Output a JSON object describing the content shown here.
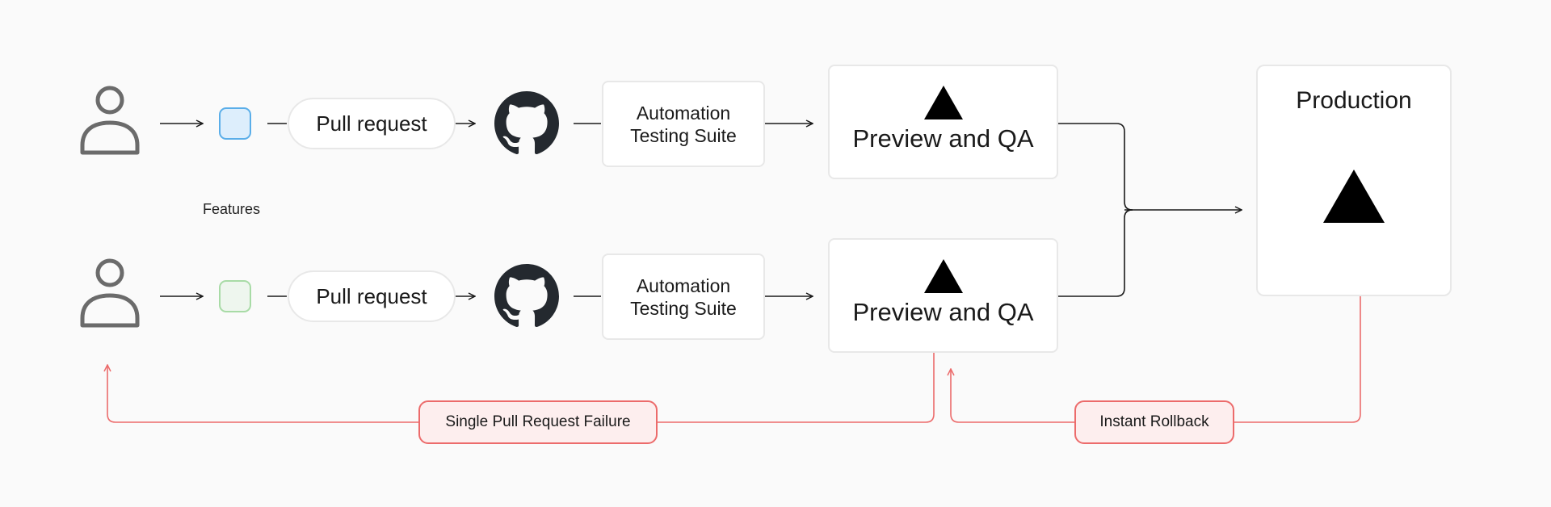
{
  "diagram": {
    "features_label": "Features",
    "rows": [
      {
        "pull_request_label": "Pull request",
        "automation_label": "Automation\nTesting Suite",
        "preview_label": "Preview and QA",
        "feature_color": "#5aaee9"
      },
      {
        "pull_request_label": "Pull request",
        "automation_label": "Automation\nTesting Suite",
        "preview_label": "Preview and QA",
        "feature_color": "#a8dba6"
      }
    ],
    "production_label": "Production",
    "failure_label": "Single Pull Request Failure",
    "rollback_label": "Instant Rollback"
  },
  "colors": {
    "line": "#1a1a1a",
    "feedback": "#ec6b6b",
    "box_border": "#e8e8e8",
    "icon_gray": "#6b6b6b"
  },
  "icons": [
    "user-icon",
    "github-icon",
    "vercel-triangle-icon"
  ]
}
